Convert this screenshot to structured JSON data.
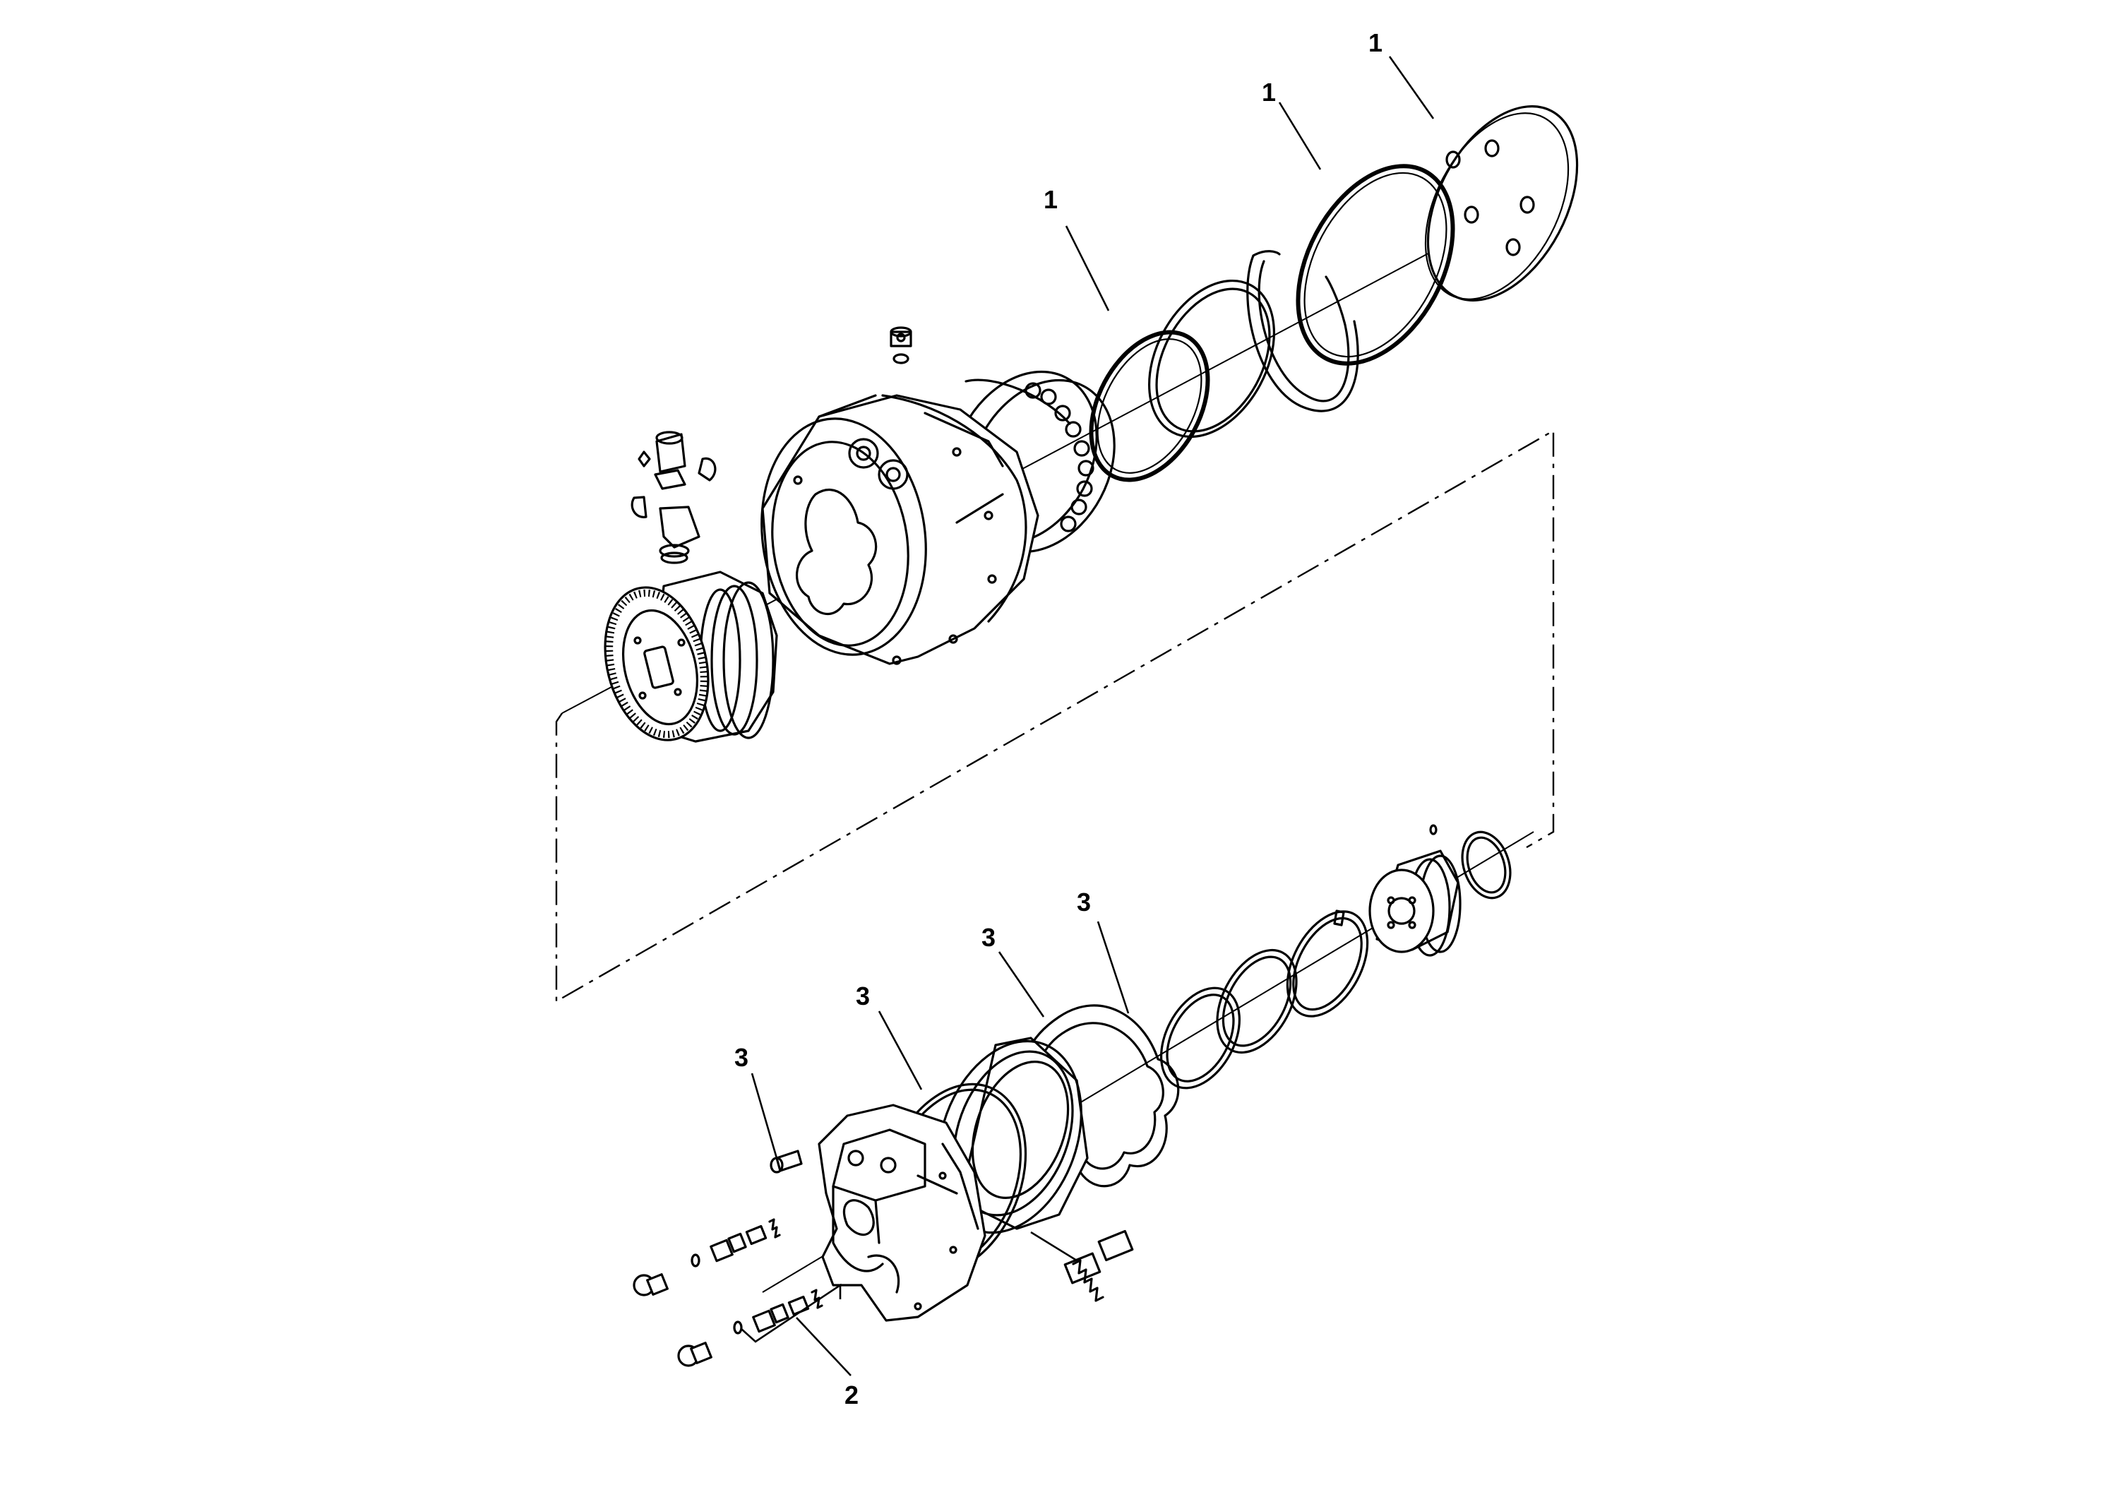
{
  "callouts": [
    {
      "id": "callout-1-a",
      "text": "1"
    },
    {
      "id": "callout-1-b",
      "text": "1"
    },
    {
      "id": "callout-1-c",
      "text": "1"
    },
    {
      "id": "callout-2",
      "text": "2"
    },
    {
      "id": "callout-3-a",
      "text": "3"
    },
    {
      "id": "callout-3-b",
      "text": "3"
    },
    {
      "id": "callout-3-c",
      "text": "3"
    },
    {
      "id": "callout-3-d",
      "text": "3"
    }
  ]
}
